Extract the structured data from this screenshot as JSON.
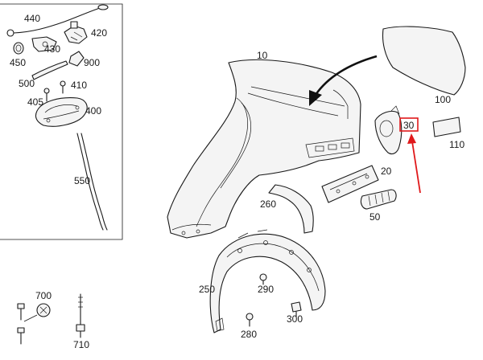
{
  "labels": {
    "p440": "440",
    "p420": "420",
    "p450": "450",
    "p430": "430",
    "p900": "900",
    "p500": "500",
    "p410": "410",
    "p405": "405",
    "p400": "400",
    "p550": "550",
    "p10": "10",
    "p100": "100",
    "p30": "30",
    "p110": "110",
    "p20": "20",
    "p260": "260",
    "p50": "50",
    "p250": "250",
    "p290": "290",
    "p300": "300",
    "p280": "280",
    "p700": "700",
    "p710": "710"
  },
  "highlight": {
    "label": "30",
    "color": "#e0191b"
  }
}
